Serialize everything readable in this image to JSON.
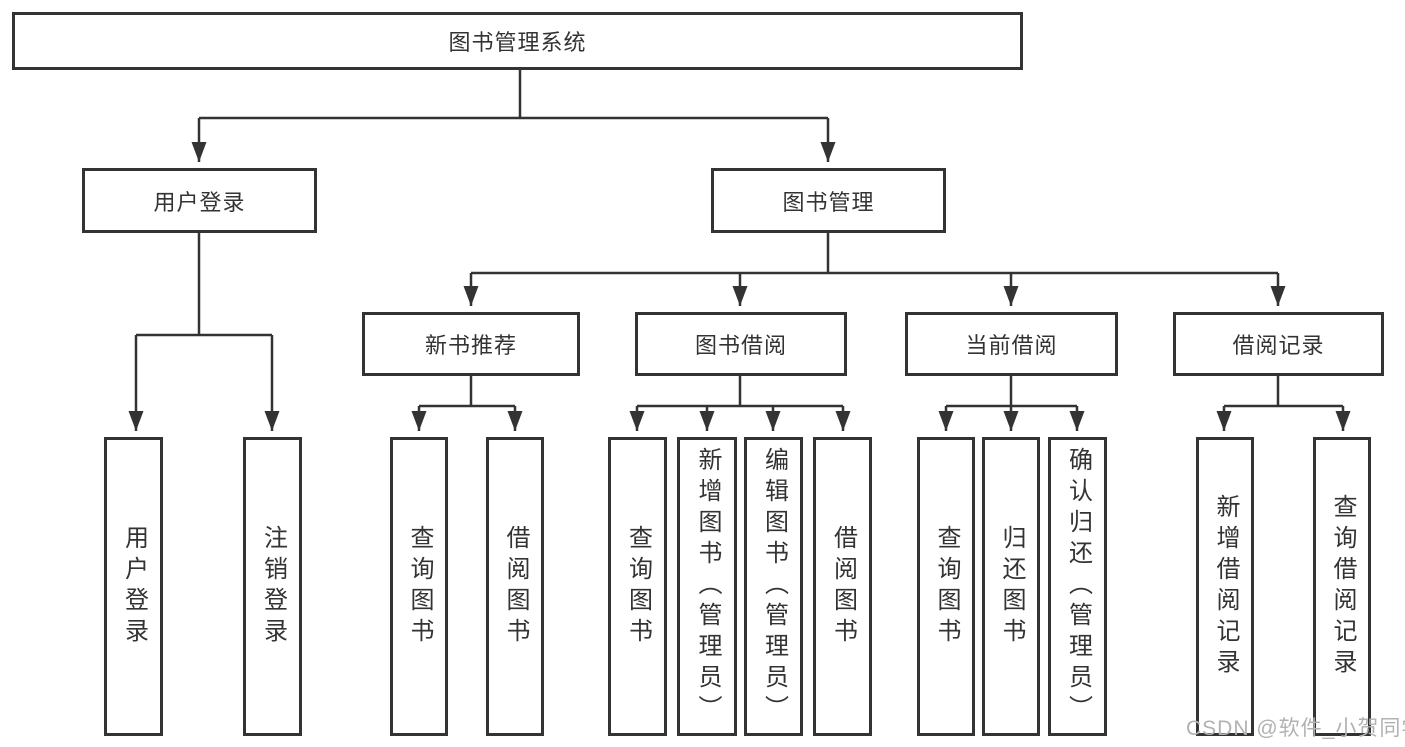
{
  "diagram_title": "图书管理系统",
  "tree": {
    "label": "图书管理系统",
    "children": [
      {
        "label": "用户登录",
        "children": [
          {
            "label": "用户登录"
          },
          {
            "label": "注销登录"
          }
        ]
      },
      {
        "label": "图书管理",
        "children": [
          {
            "label": "新书推荐",
            "children": [
              {
                "label": "查询图书"
              },
              {
                "label": "借阅图书"
              }
            ]
          },
          {
            "label": "图书借阅",
            "children": [
              {
                "label": "查询图书"
              },
              {
                "label": "新增图书（管理员）"
              },
              {
                "label": "编辑图书（管理员）"
              },
              {
                "label": "借阅图书"
              }
            ]
          },
          {
            "label": "当前借阅",
            "children": [
              {
                "label": "查询图书"
              },
              {
                "label": "归还图书"
              },
              {
                "label": "确认归还（管理员）"
              }
            ]
          },
          {
            "label": "借阅记录",
            "children": [
              {
                "label": "新增借阅记录"
              },
              {
                "label": "查询借阅记录"
              }
            ]
          }
        ]
      }
    ]
  },
  "watermark": {
    "text": "CSDN @软件_小贺同学"
  },
  "colors": {
    "line": "#333333",
    "box_border": "#333333",
    "text": "#333333",
    "watermark": "#b2b2b2",
    "background": "#ffffff"
  }
}
